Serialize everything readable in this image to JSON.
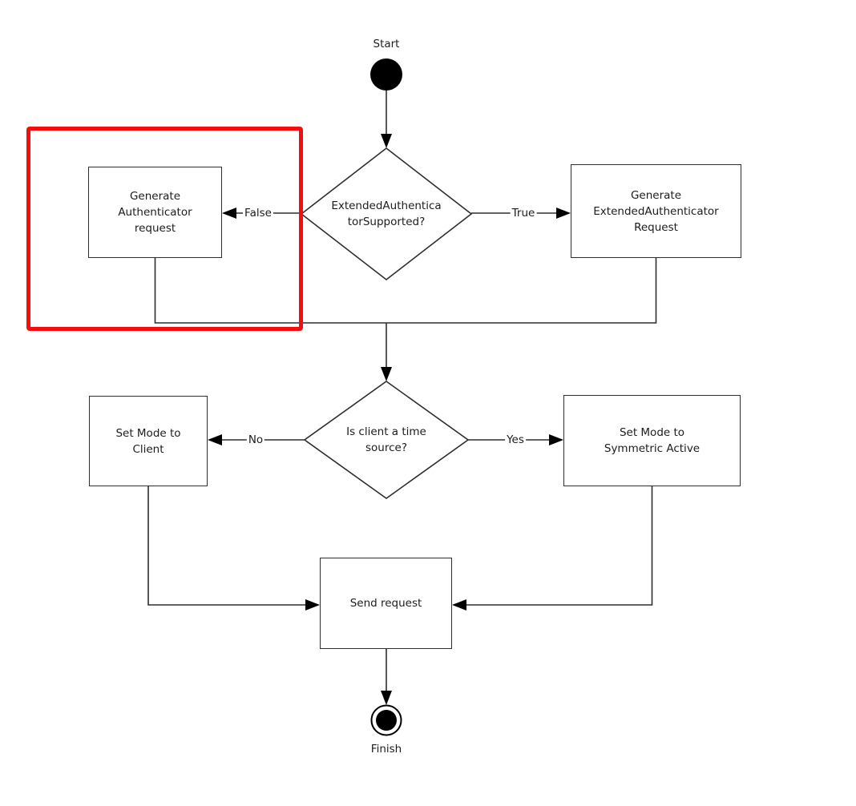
{
  "colors": {
    "background": "#ffffff",
    "line": "#2e2e2e",
    "text": "#1c1c1c",
    "terminal_fill": "#000000",
    "highlight": "#f60c0c"
  },
  "flowchart": {
    "start_label": "Start",
    "finish_label": "Finish",
    "decision_extended_authenticator": {
      "line1": "ExtendedAuthentica",
      "line2": "torSupported?"
    },
    "decision_time_source": {
      "line1": "Is client a time",
      "line2": "source?"
    },
    "process_generate_authenticator": {
      "line1": "Generate",
      "line2": "Authenticator",
      "line3": "request"
    },
    "process_generate_extended": {
      "line1": "Generate",
      "line2": "ExtendedAuthenticator",
      "line3": "Request"
    },
    "process_set_mode_client": {
      "line1": "Set Mode to",
      "line2": "Client"
    },
    "process_set_mode_symmetric": {
      "line1": "Set Mode to",
      "line2": "Symmetric Active"
    },
    "process_send_request": {
      "line1": "Send request"
    },
    "edge_false": "False",
    "edge_true": "True",
    "edge_no": "No",
    "edge_yes": "Yes"
  }
}
